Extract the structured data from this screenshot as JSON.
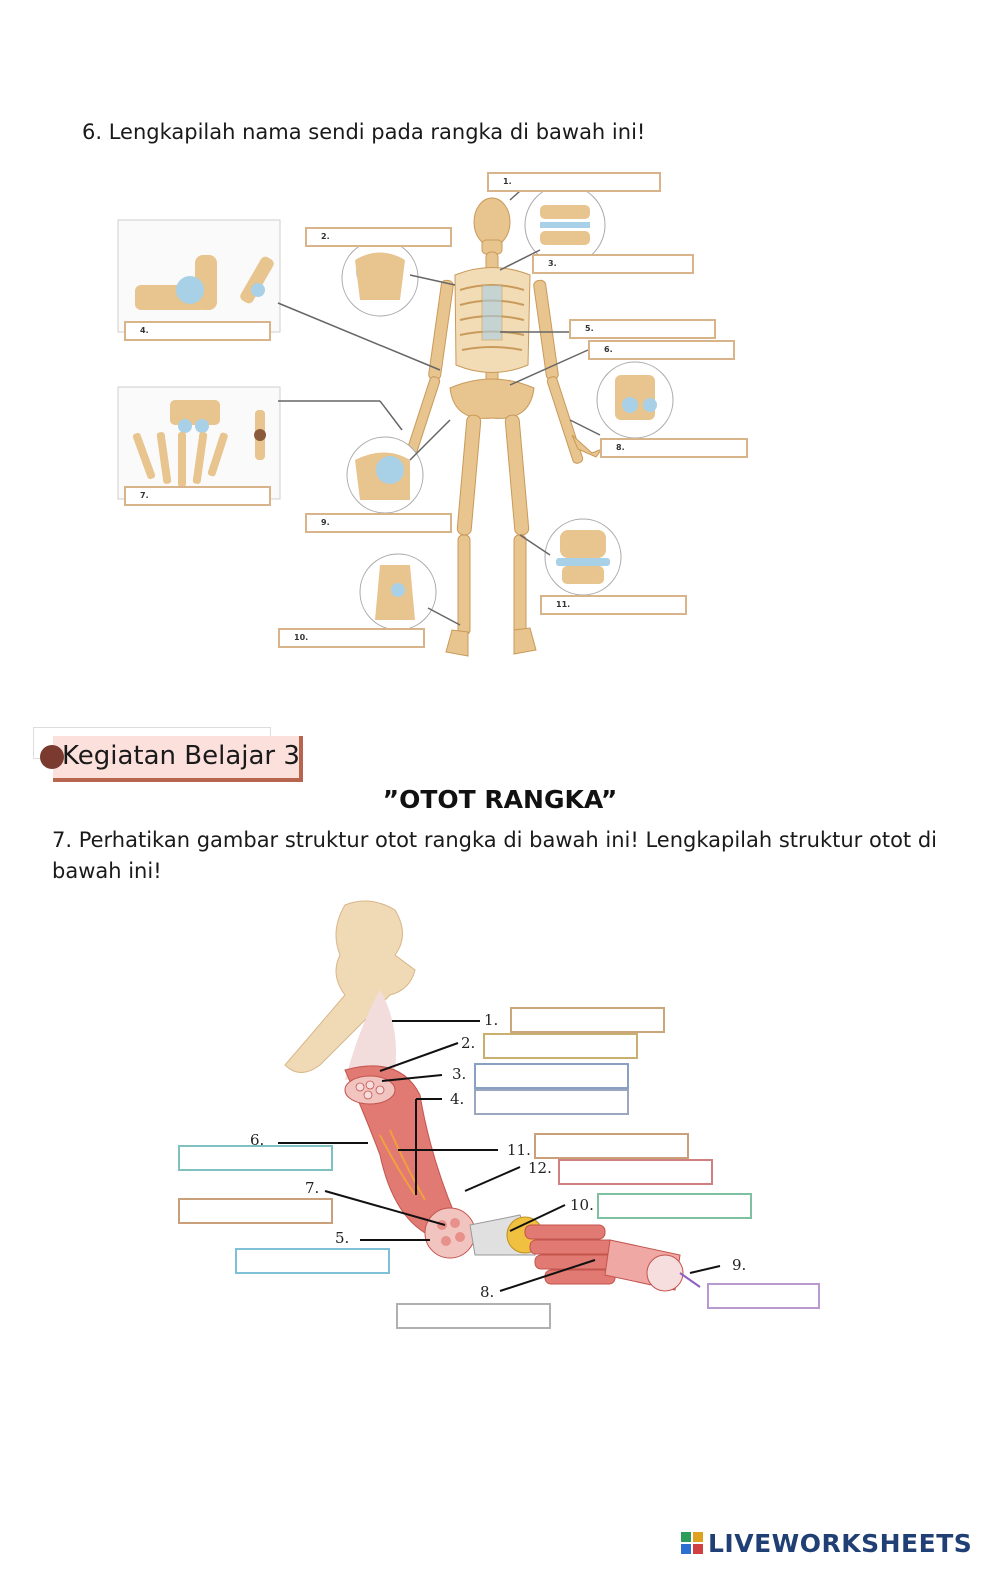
{
  "question6": {
    "text": "6. Lengkapilah nama sendi pada rangka di bawah ini!",
    "box_labels": [
      "1.",
      "2.",
      "3.",
      "4.",
      "5.",
      "6.",
      "7.",
      "8.",
      "9.",
      "10.",
      "11."
    ]
  },
  "section": {
    "title": "Kegiatan Belajar 3",
    "subtitle": "”OTOT RANGKA”"
  },
  "question7": {
    "text": "7. Perhatikan gambar struktur otot rangka di bawah ini! Lengkapilah struktur otot di bawah ini!",
    "labels": [
      "1.",
      "2.",
      "3.",
      "4.",
      "5.",
      "6.",
      "7.",
      "8.",
      "9.",
      "10.",
      "11.",
      "12."
    ],
    "box_colors": [
      "#c9a77a",
      "#c9b070",
      "#8aa0c0",
      "#9aa6c2",
      "#7fc0d8",
      "#7fc0c0",
      "#c9a07a",
      "#b0b0b0",
      "#b99ad0",
      "#7fc0a0",
      "#c9a07a",
      "#d08080"
    ]
  },
  "footer": {
    "brand": "LIVEWORKSHEETS",
    "logo_colors": [
      "#2e9c5a",
      "#e0a020",
      "#2c6fd0",
      "#d04040"
    ]
  },
  "colors": {
    "bone": "#e8c48e",
    "bone_dark": "#c99a5a",
    "cartilage": "#a8d0e6",
    "muscle": "#e07a72",
    "muscle_dark": "#c4544e",
    "tab_bg": "#fbe0dc",
    "tab_border": "#b8654f"
  }
}
